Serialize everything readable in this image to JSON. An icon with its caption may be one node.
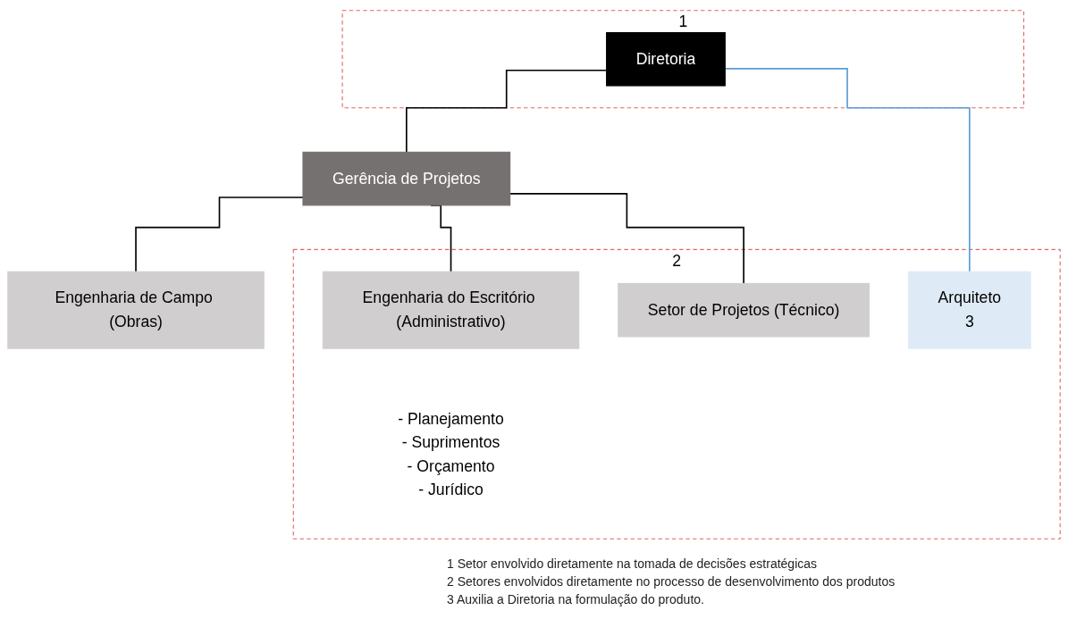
{
  "diagram": {
    "nodes": [
      {
        "text": [
          "1"
        ]
      },
      {
        "text": [
          "Diretoria"
        ],
        "in": 0
      },
      {
        "text": [
          "Gerência de Projetos"
        ]
      },
      {
        "text": [
          "Engenharia de Campo (Obras)"
        ]
      },
      {
        "text": [
          "2"
        ]
      },
      {
        "text": [
          "Engenharia do Escritório (Administrativo)"
        ],
        "in": 4,
        "beside": [
          "- Planejamento",
          "- Suprimentos",
          "- Orçamento",
          "- Jurídico"
        ]
      },
      {
        "text": [
          "Setor de Projetos (Técnico)"
        ],
        "in": 4
      },
      {
        "text": [
          "Arquiteto",
          "3"
        ],
        "in": 4
      }
    ],
    "edges": [
      {
        "from": 1,
        "to": 2,
        "arrow": "none"
      },
      {
        "from": 2,
        "to": 3,
        "arrow": "none"
      },
      {
        "from": 2,
        "to": 5,
        "arrow": "none"
      },
      {
        "from": 2,
        "to": 6,
        "arrow": "none"
      },
      {
        "from": 1,
        "to": 7,
        "arrow": "none",
        "color": "#5b9bd5"
      }
    ],
    "labels": [
      "1 Setor envolvido diretamente na tomada de decisões estratégicas",
      "2 Setores envolvidos diretamente no processo de desenvolvimento dos produtos",
      "3 Auxilia a Diretoria na formulação do produto."
    ]
  }
}
